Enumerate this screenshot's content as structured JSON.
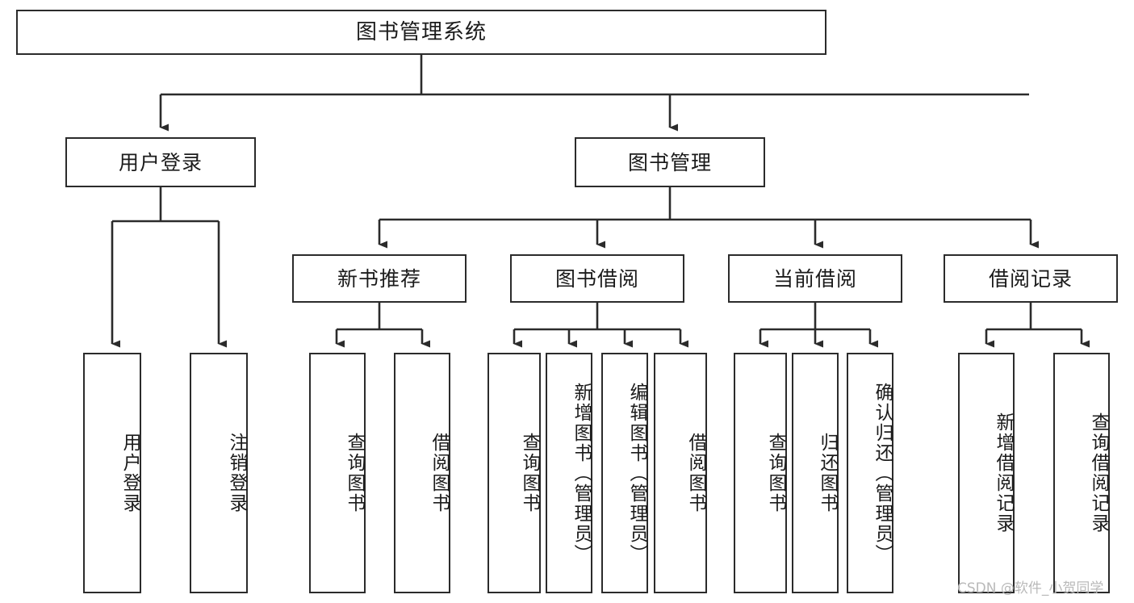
{
  "diagram": {
    "title": "图书管理系统",
    "watermark": "CSDN @软件_小贺同学",
    "line_color": "#2b2b2b",
    "box_fill": "#ffffff",
    "text_color": "#1b1b1b",
    "watermark_color": "#b9b9b9"
  },
  "nodes": {
    "root": {
      "label": "图书管理系统"
    },
    "level2": [
      {
        "label": "用户登录"
      },
      {
        "label": "图书管理"
      }
    ],
    "level3": [
      {
        "label": "新书推荐"
      },
      {
        "label": "图书借阅"
      },
      {
        "label": "当前借阅"
      },
      {
        "label": "借阅记录"
      }
    ],
    "leaves": {
      "user_login": [
        {
          "label": "用户登录"
        },
        {
          "label": "注销登录"
        }
      ],
      "new_book": [
        {
          "label": "查询图书"
        },
        {
          "label": "借阅图书"
        }
      ],
      "book_borrow": [
        {
          "label": "查询图书"
        },
        {
          "label": "新增图书（管理员）"
        },
        {
          "label": "编辑图书（管理员）"
        },
        {
          "label": "借阅图书"
        }
      ],
      "current_borrow": [
        {
          "label": "查询图书"
        },
        {
          "label": "归还图书"
        },
        {
          "label": "确认归还（管理员）"
        }
      ],
      "borrow_record": [
        {
          "label": "新增借阅记录"
        },
        {
          "label": "查询借阅记录"
        }
      ]
    }
  },
  "chart_data": {
    "type": "tree-diagram",
    "title": "图书管理系统",
    "orientation": "top-down",
    "levels": 4,
    "tree": {
      "name": "图书管理系统",
      "children": [
        {
          "name": "用户登录",
          "children": [
            {
              "name": "用户登录"
            },
            {
              "name": "注销登录"
            }
          ]
        },
        {
          "name": "图书管理",
          "children": [
            {
              "name": "新书推荐",
              "children": [
                {
                  "name": "查询图书"
                },
                {
                  "name": "借阅图书"
                }
              ]
            },
            {
              "name": "图书借阅",
              "children": [
                {
                  "name": "查询图书"
                },
                {
                  "name": "新增图书（管理员）"
                },
                {
                  "name": "编辑图书（管理员）"
                },
                {
                  "name": "借阅图书"
                }
              ]
            },
            {
              "name": "当前借阅",
              "children": [
                {
                  "name": "查询图书"
                },
                {
                  "name": "归还图书"
                },
                {
                  "name": "确认归还（管理员）"
                }
              ]
            },
            {
              "name": "借阅记录",
              "children": [
                {
                  "name": "新增借阅记录"
                },
                {
                  "name": "查询借阅记录"
                }
              ]
            }
          ]
        }
      ]
    }
  }
}
